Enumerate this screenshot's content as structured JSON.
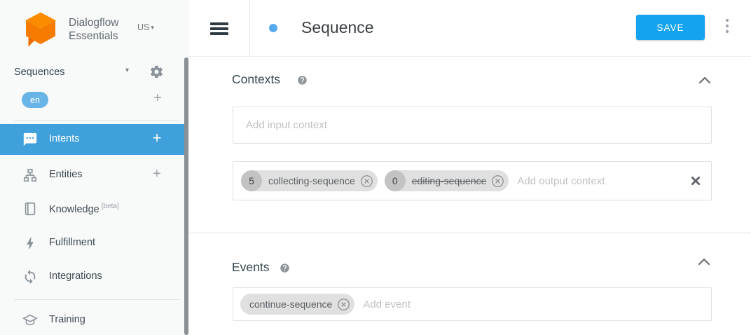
{
  "brand": {
    "line1": "Dialogflow",
    "line2": "Essentials",
    "region": "US"
  },
  "icons": {
    "add": "+",
    "dropdown": "▾"
  },
  "sidebar": {
    "agent_name": "Sequences",
    "language": "en",
    "items": [
      {
        "label": "Intents"
      },
      {
        "label": "Entities"
      },
      {
        "label": "Knowledge",
        "badge": "[beta]"
      },
      {
        "label": "Fulfillment"
      },
      {
        "label": "Integrations"
      },
      {
        "label": "Training"
      }
    ]
  },
  "header": {
    "title": "Sequence",
    "save": "SAVE"
  },
  "main": {
    "contexts": {
      "title": "Contexts",
      "input_placeholder": "Add input context",
      "output_placeholder": "Add output context",
      "output_chips": [
        {
          "count": "5",
          "label": "collecting-sequence"
        },
        {
          "count": "0",
          "label": "editing-sequence"
        }
      ]
    },
    "events": {
      "title": "Events",
      "placeholder": "Add event",
      "chips": [
        {
          "label": "continue-sequence"
        }
      ]
    }
  },
  "colors": {
    "accent_blue": "#3fa0db",
    "language_badge_blue": "#69b4e7",
    "save_button_blue": "#14a3ef",
    "title_dot_blue": "#58aaef",
    "brand_orange": "#f57c00",
    "chip_gray": "#e0e0e0"
  }
}
